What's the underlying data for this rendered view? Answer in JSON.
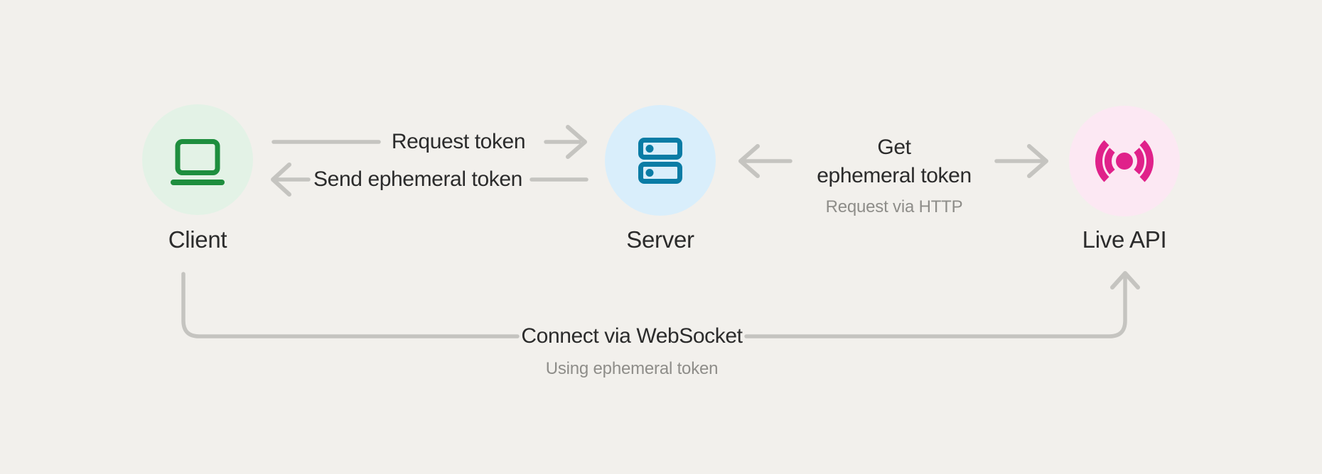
{
  "diagram": {
    "background": "#f2f0ec",
    "line_color": "#c5c4c0",
    "text_primary_color": "#2b2b2b",
    "text_secondary_color": "#8e8d89",
    "nodes": [
      {
        "label": "Client",
        "icon": "laptop-icon",
        "circle_fill": "#e3f2e6",
        "icon_color": "#1e8e3e"
      },
      {
        "label": "Server",
        "icon": "server-icon",
        "circle_fill": "#d9eefb",
        "icon_color": "#0a7ca5"
      },
      {
        "label": "Live API",
        "icon": "live-broadcast-icon",
        "circle_fill": "#fce8f3",
        "icon_color": "#e0218a"
      }
    ],
    "edges": {
      "request_token": {
        "label": "Request token"
      },
      "send_ephemeral_token": {
        "label": "Send ephemeral token"
      },
      "get_ephemeral_token": {
        "label_line1": "Get",
        "label_line2": "ephemeral token",
        "sublabel": "Request via HTTP"
      },
      "connect_websocket": {
        "label": "Connect via WebSocket",
        "sublabel": "Using ephemeral token"
      }
    }
  }
}
